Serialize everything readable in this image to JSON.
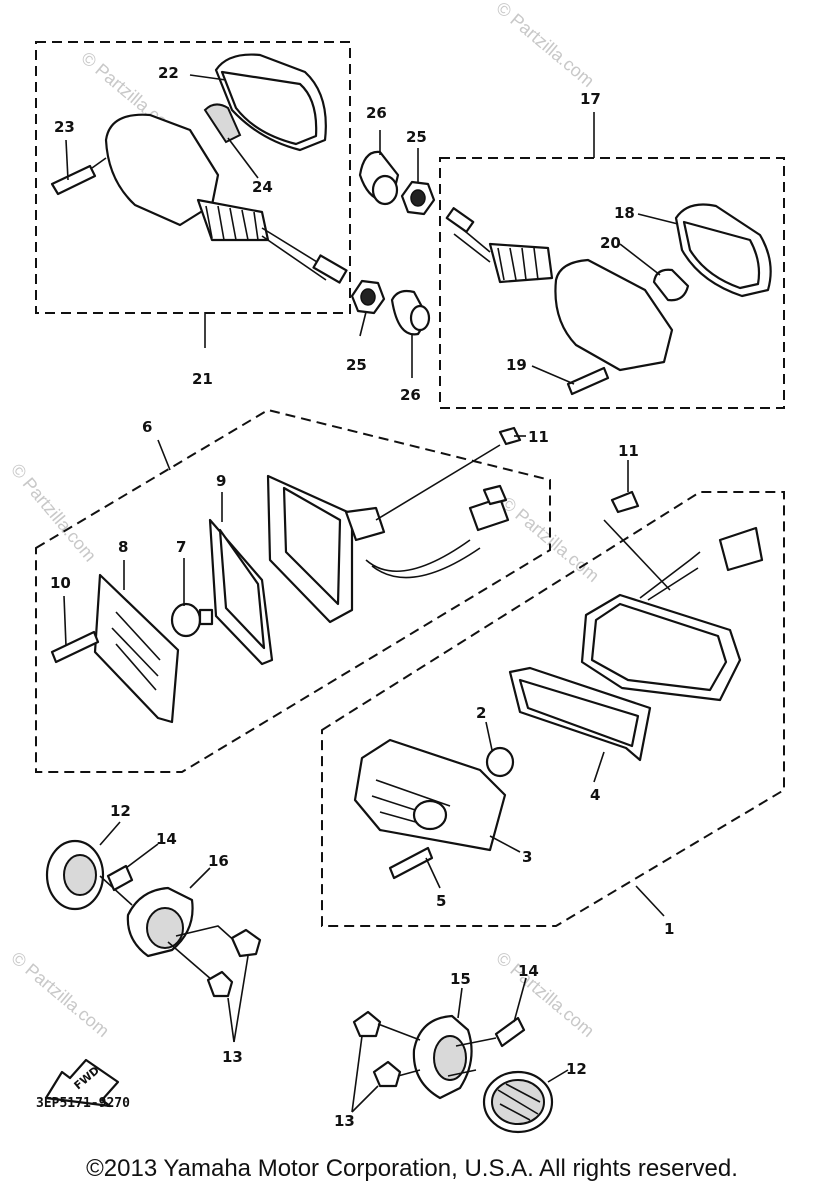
{
  "diagram": {
    "callouts": {
      "c1": "1",
      "c2": "2",
      "c3": "3",
      "c4": "4",
      "c5": "5",
      "c6": "6",
      "c7": "7",
      "c8": "8",
      "c9": "9",
      "c10": "10",
      "c11a": "11",
      "c11b": "11",
      "c12a": "12",
      "c12b": "12",
      "c13a": "13",
      "c13b": "13",
      "c14a": "14",
      "c14b": "14",
      "c15": "15",
      "c16": "16",
      "c17": "17",
      "c18": "18",
      "c19": "19",
      "c20": "20",
      "c21": "21",
      "c22": "22",
      "c23": "23",
      "c24": "24",
      "c25a": "25",
      "c25b": "25",
      "c26a": "26",
      "c26b": "26"
    },
    "fwd_label": "FWD",
    "catalog_code": "3EP5171-9270",
    "watermark": "© Partzilla.com"
  },
  "footer": {
    "copyright": "©2013 Yamaha Motor Corporation, U.S.A. All rights reserved."
  }
}
